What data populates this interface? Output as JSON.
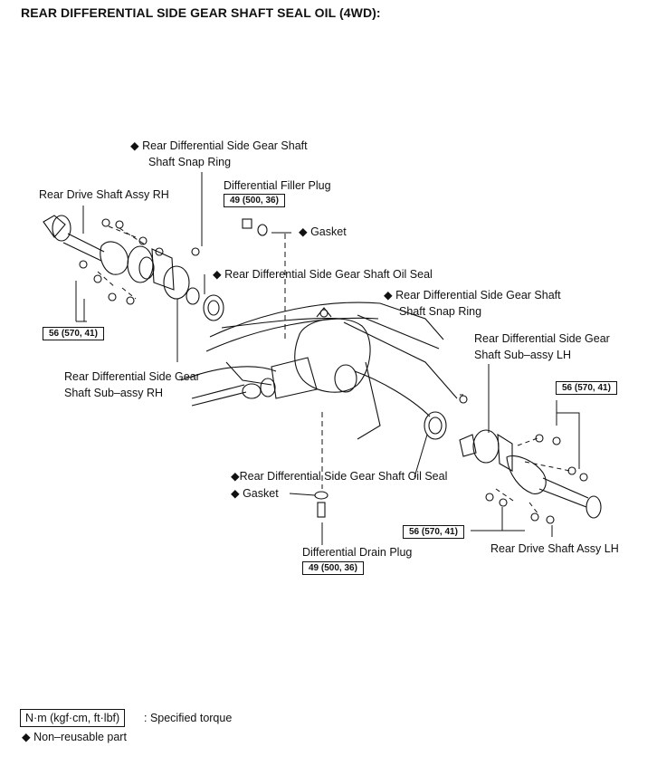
{
  "title": "REAR DIFFERENTIAL SIDE GEAR SHAFT SEAL OIL (4WD):",
  "labels": {
    "snap_ring_rh_1": "◆ Rear Differential Side Gear Shaft",
    "snap_ring_rh_2": "Shaft Snap Ring",
    "drive_shaft_rh": "Rear Drive Shaft Assy RH",
    "filler_plug": "Differential Filler Plug",
    "gasket_top": "◆ Gasket",
    "oil_seal_top": "◆ Rear Differential Side Gear Shaft Oil Seal",
    "snap_ring_lh_1": "◆ Rear Differential Side Gear Shaft",
    "snap_ring_lh_2": "Shaft Snap Ring",
    "sub_assy_lh_1": "Rear Differential Side Gear",
    "sub_assy_lh_2": "Shaft Sub–assy LH",
    "sub_assy_rh_1": "Rear Differential Side Gear",
    "sub_assy_rh_2": "Shaft Sub–assy RH",
    "oil_seal_bottom": "◆Rear Differential Side Gear Shaft Oil Seal",
    "gasket_bottom": "◆ Gasket",
    "drain_plug": "Differential Drain Plug",
    "drive_shaft_lh": "Rear Drive Shaft Assy LH"
  },
  "torques": {
    "filler": "49 (500, 36)",
    "rh_flange": "56 (570, 41)",
    "lh_top": "56 (570, 41)",
    "lh_bottom": "56 (570, 41)",
    "drain": "49 (500, 36)"
  },
  "legend": {
    "unit_box": "N·m (kgf·cm, ft·lbf)",
    "unit_text": ": Specified torque",
    "non_reusable": "◆ Non–reusable part"
  }
}
